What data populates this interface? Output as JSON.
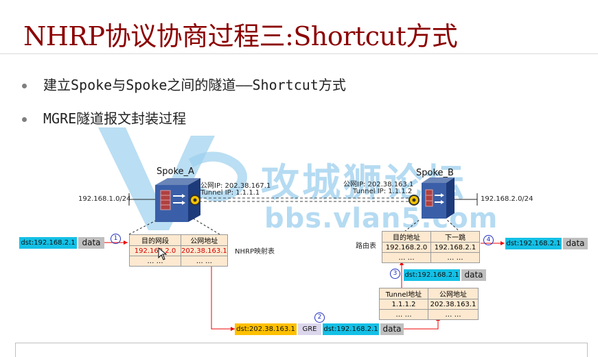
{
  "title": "NHRP协议协商过程三:Shortcut方式",
  "bullets": [
    "建立Spoke与Spoke之间的隧道——Shortcut方式",
    "MGRE隧道报文封装过程"
  ],
  "watermark": {
    "text": "攻城狮论坛",
    "url": "bbs.vlan5.com"
  },
  "diagram": {
    "spoke_a": {
      "name": "Spoke_A",
      "public_ip": "公网IP: 202.38.167.1",
      "tunnel_ip": "Tunnel IP: 1.1.1.1",
      "lan": "192.168.1.0/24"
    },
    "spoke_b": {
      "name": "Spoke_B",
      "public_ip": "公网IP: 202.38.163.1",
      "tunnel_ip": "Tunnel IP: 1.1.1.2",
      "lan": "192.168.2.0/24"
    },
    "step_numbers": [
      "1",
      "2",
      "3",
      "4"
    ],
    "packet1": {
      "dst": "dst:192.168.2.1",
      "data": "data"
    },
    "nhrp_table": {
      "label": "NHRP映射表",
      "headers": [
        "目的网段",
        "公网地址"
      ],
      "row1": [
        "192.168.2.0",
        "202.38.163.1"
      ],
      "row2": [
        "… …",
        "… …"
      ]
    },
    "encap_packet": {
      "outer_dst": "dst:202.38.163.1",
      "proto": "GRE",
      "inner_dst": "dst:192.168.2.1",
      "data": "data"
    },
    "tunnel_table": {
      "headers": [
        "Tunnel地址",
        "公网地址"
      ],
      "row1": [
        "1.1.1.2",
        "202.38.163.1"
      ],
      "row2": [
        "… …",
        "… …"
      ]
    },
    "packet3": {
      "dst": "dst:192.168.2.1",
      "data": "data"
    },
    "route_table": {
      "label": "路由表",
      "headers": [
        "目的地址",
        "下一跳"
      ],
      "row1": [
        "192.168.2.0",
        "192.168.2.1"
      ],
      "row2": [
        "… …",
        "… …"
      ]
    },
    "packet4": {
      "dst": "dst:192.168.2.1",
      "data": "data"
    }
  }
}
